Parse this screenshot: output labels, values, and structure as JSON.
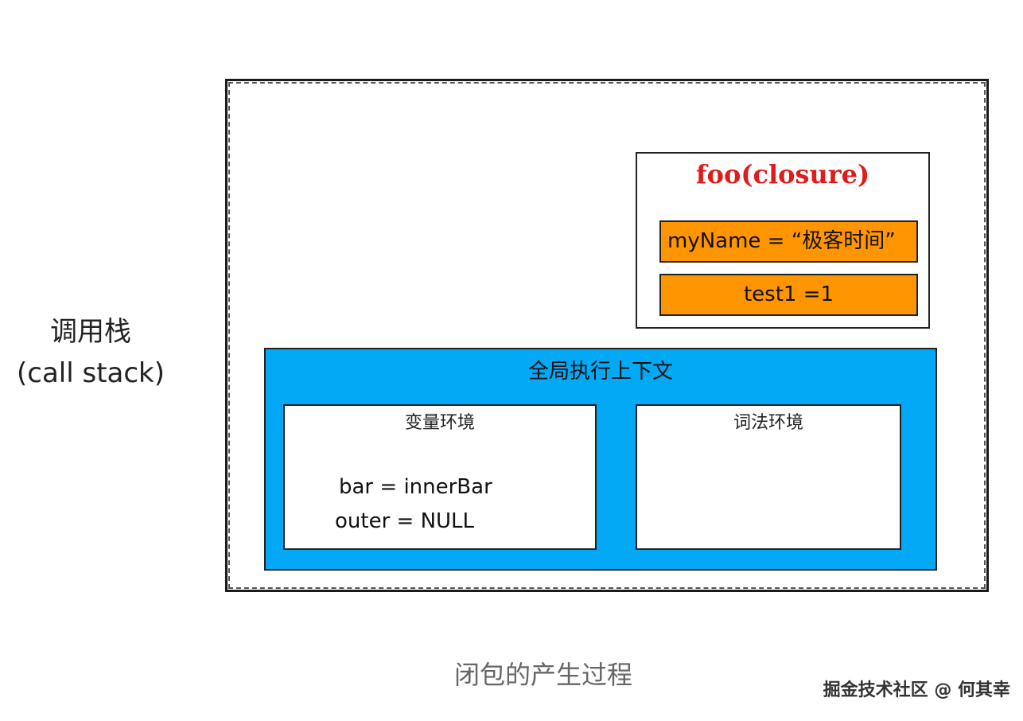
{
  "call_stack": {
    "label_line1": "调用栈",
    "label_line2": "(call stack)"
  },
  "closure": {
    "title": "foo(closure)",
    "vars": [
      "myName  =  “极客时间”",
      "test1 =1"
    ]
  },
  "global_context": {
    "title": "全局执行上下文",
    "variable_env": {
      "title": "变量环境",
      "lines": [
        "bar =  innerBar",
        "outer = NULL"
      ]
    },
    "lexical_env": {
      "title": "词法环境"
    }
  },
  "caption": "闭包的产生过程",
  "watermark": "掘金技术社区 @ 何其幸",
  "colors": {
    "closure_title": "#e01b1b",
    "closure_var_fill": "#ff9500",
    "global_context_fill": "#03a9f4"
  }
}
